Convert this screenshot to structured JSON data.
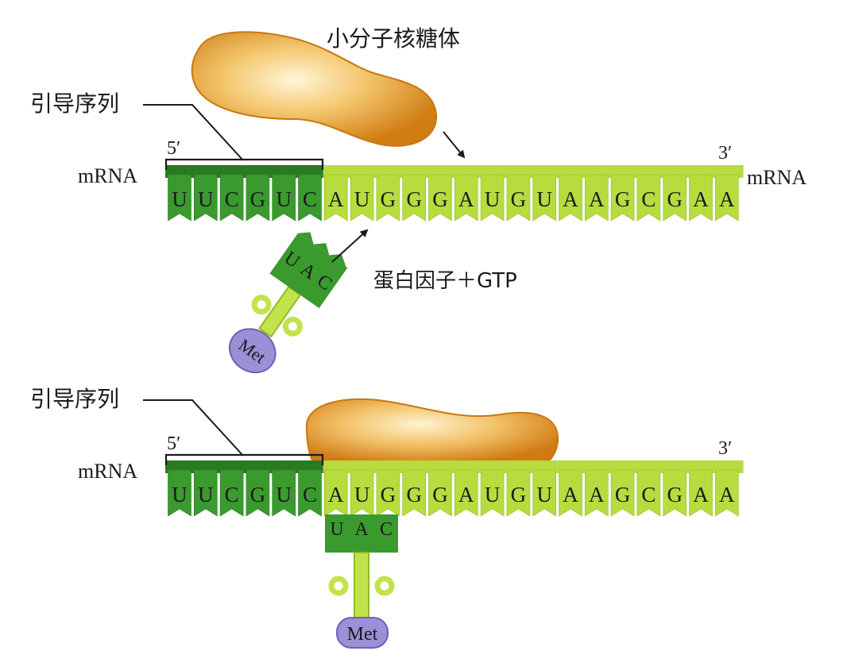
{
  "colors": {
    "leader_green": "#3a9a2e",
    "leader_green_dark": "#2a7a22",
    "mrna_lime": "#b6dc3e",
    "mrna_lime_dark": "#8fbc22",
    "ribosome_light": "#fbe6b0",
    "ribosome_dark": "#d98a1e",
    "met_purple": "#9b8fd6",
    "trna_lime": "#c3e34a"
  },
  "top_panel": {
    "ribosome_label": "小分子核糖体",
    "leader_label": "引导序列",
    "five_prime": "5′",
    "three_prime": "3′",
    "mrna_left": "mRNA",
    "mrna_right": "mRNA",
    "protein_factor_label": "蛋白因子＋GTP",
    "trna_anticodon": [
      "U",
      "A",
      "C"
    ],
    "amino_acid": "Met"
  },
  "bottom_panel": {
    "leader_label": "引导序列",
    "five_prime": "5′",
    "three_prime": "3′",
    "mrna_left": "mRNA",
    "trna_anticodon": [
      "U",
      "A",
      "C"
    ],
    "amino_acid": "Met"
  },
  "leader_bases": [
    "U",
    "U",
    "C",
    "G",
    "U",
    "C"
  ],
  "coding_bases": [
    "A",
    "U",
    "G",
    "G",
    "G",
    "A",
    "U",
    "G",
    "U",
    "A",
    "A",
    "G",
    "C",
    "G",
    "A",
    "A"
  ]
}
